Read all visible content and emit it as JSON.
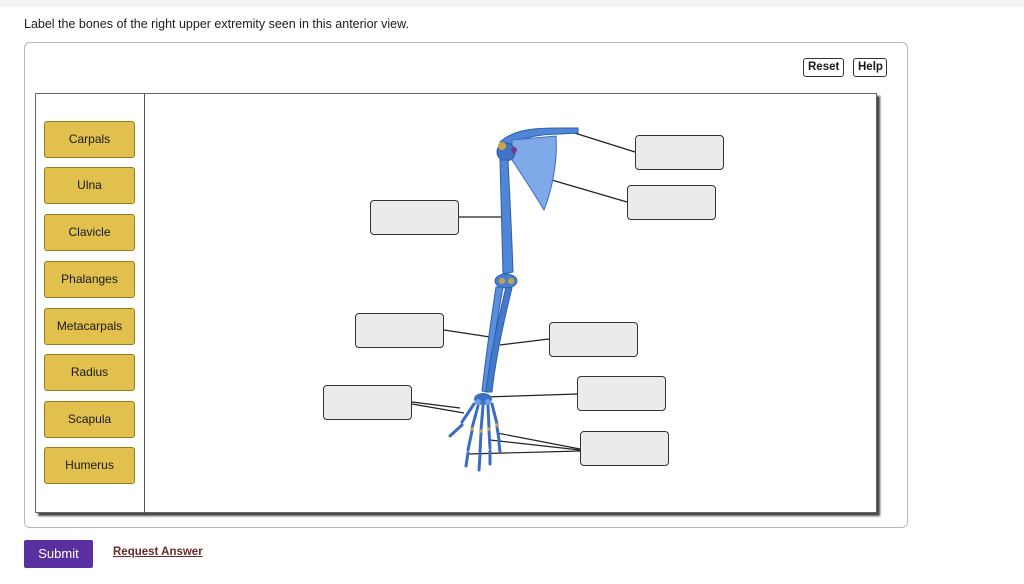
{
  "question": "Label the bones of the right upper extremity seen in this anterior view.",
  "toolbar": {
    "reset_label": "Reset",
    "help_label": "Help"
  },
  "label_bank": [
    "Carpals",
    "Ulna",
    "Clavicle",
    "Phalanges",
    "Metacarpals",
    "Radius",
    "Scapula",
    "Humerus"
  ],
  "actions": {
    "submit_label": "Submit",
    "request_label": "Request Answer"
  },
  "colors": {
    "chip": "#e1c04e",
    "bone": "#4f86d6",
    "submit": "#5a2fa0",
    "drop_fill": "#ebebeb"
  }
}
